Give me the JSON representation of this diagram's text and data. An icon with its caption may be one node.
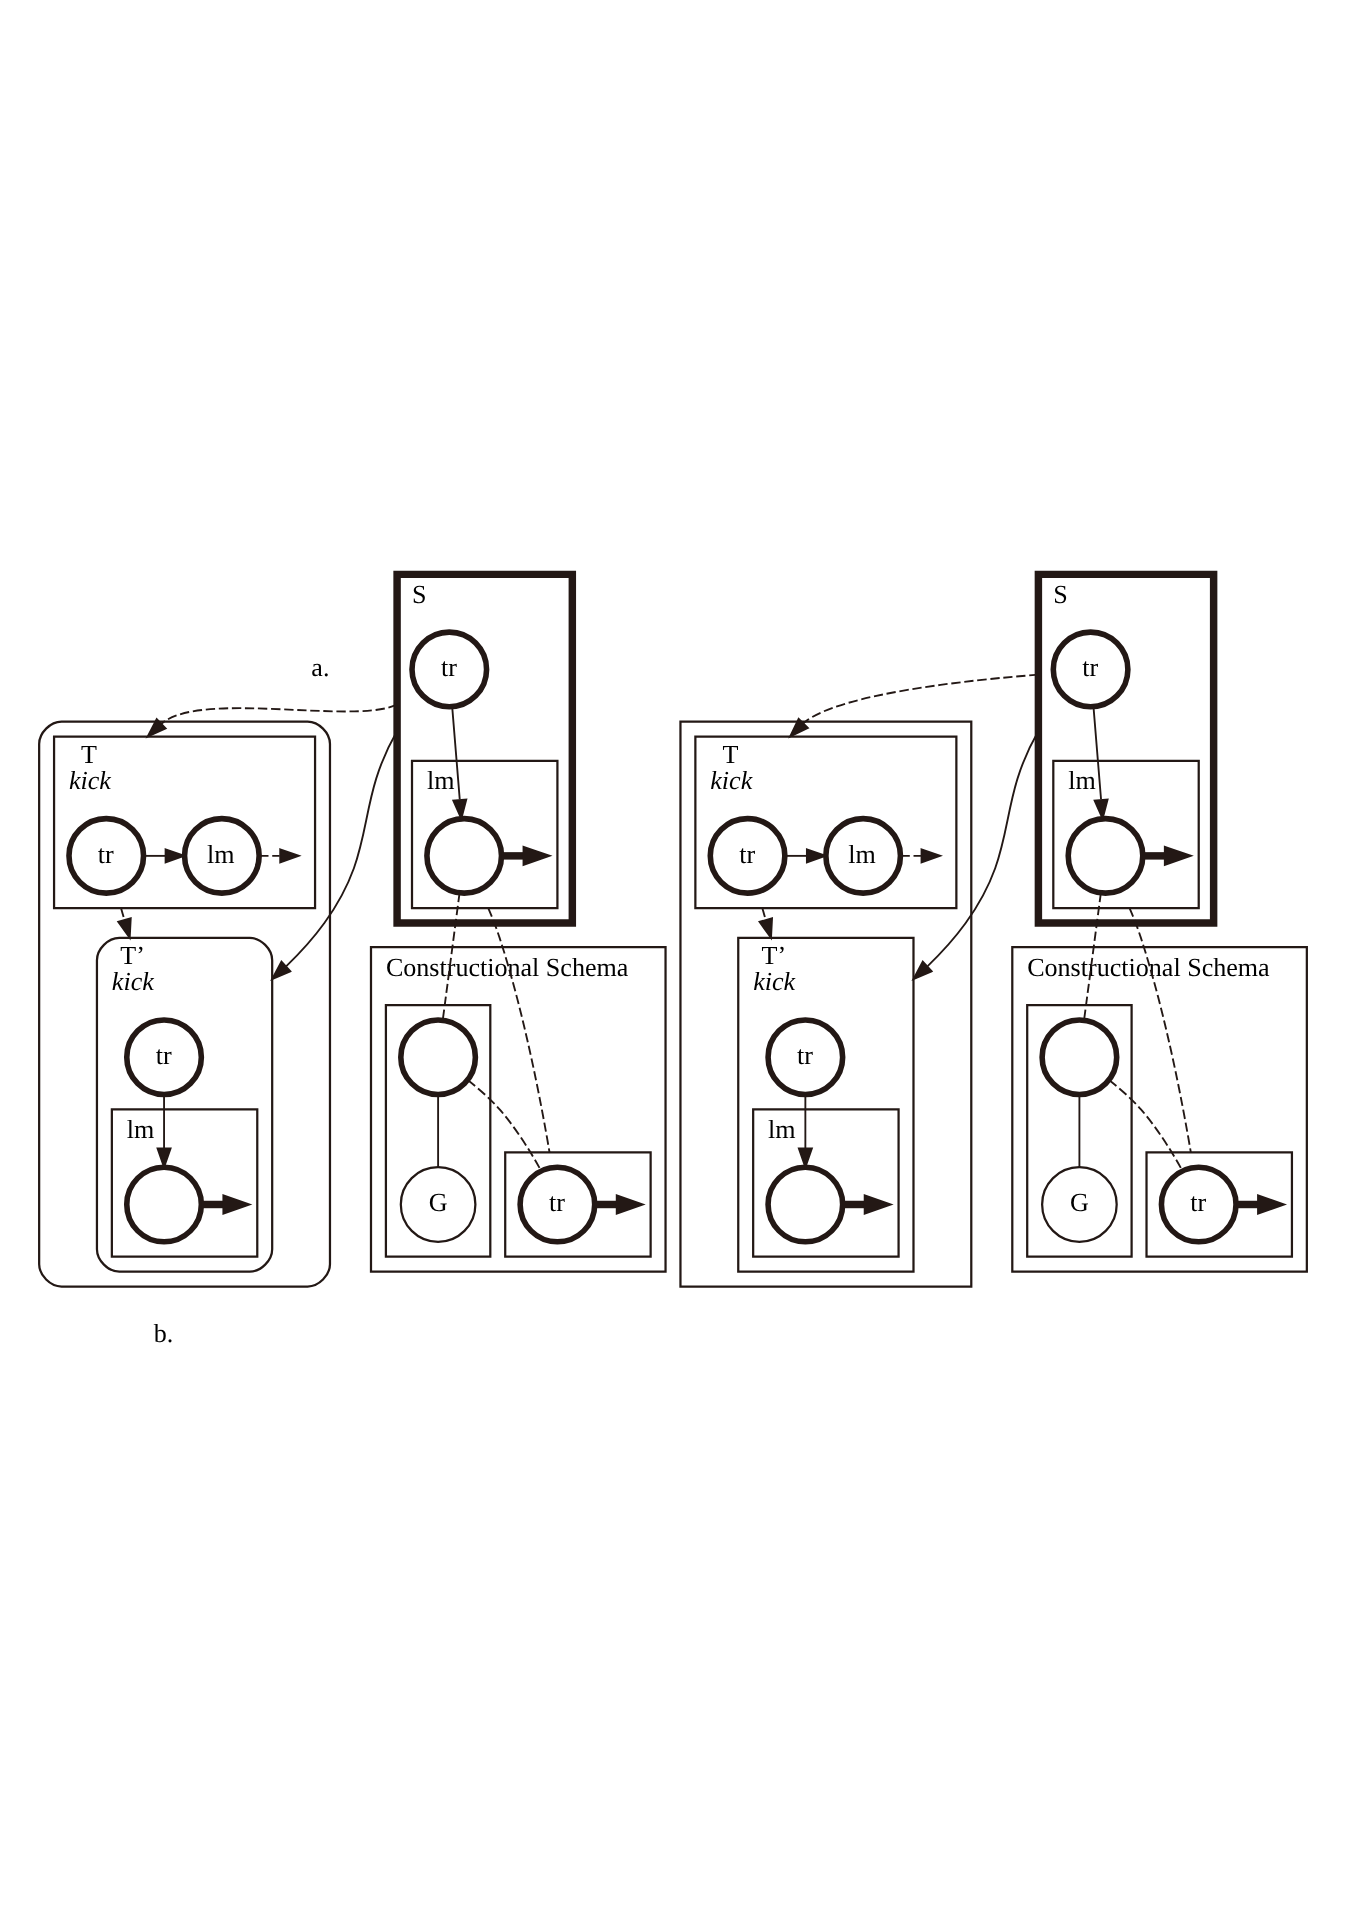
{
  "diagram": {
    "nodes": [
      {
        "text": [
          "Constructional Schema"
        ]
      },
      {
        "text": [],
        "shape": "box"
      },
      {
        "text": [
          "S"
        ]
      },
      {
        "text": [
          "tr"
        ],
        "in": 2
      },
      {
        "text": [
          "lm"
        ],
        "in": 2
      },
      {
        "text": [],
        "shape": "circle",
        "in": 4
      },
      {
        "text": [],
        "shape": "box",
        "in": 0
      },
      {
        "text": [],
        "shape": "circle",
        "in": 6
      },
      {
        "text": [
          "G"
        ],
        "in": 6
      },
      {
        "text": [],
        "shape": "box",
        "in": 0
      },
      {
        "text": [
          "tr"
        ],
        "in": 9
      },
      {
        "text": [
          "T",
          "kick"
        ],
        "in": 1
      },
      {
        "text": [
          "tr"
        ],
        "in": 11
      },
      {
        "text": [
          "lm"
        ],
        "in": 11
      },
      {
        "text": [
          "T’",
          "kick"
        ],
        "in": 1
      },
      {
        "text": [
          "tr"
        ],
        "in": 14
      },
      {
        "text": [
          "lm"
        ],
        "in": 14
      },
      {
        "text": [],
        "shape": "circle",
        "in": 16
      },
      {
        "text": [
          "Constructional Schema"
        ]
      },
      {
        "text": [],
        "shape": "box"
      },
      {
        "text": [
          "S"
        ]
      },
      {
        "text": [
          "tr"
        ],
        "in": 20
      },
      {
        "text": [
          "lm"
        ],
        "in": 20
      },
      {
        "text": [],
        "shape": "circle",
        "in": 22
      },
      {
        "text": [],
        "shape": "box",
        "in": 18
      },
      {
        "text": [],
        "shape": "circle",
        "in": 24
      },
      {
        "text": [
          "G"
        ],
        "in": 24
      },
      {
        "text": [],
        "shape": "box",
        "in": 18
      },
      {
        "text": [
          "tr"
        ],
        "in": 27
      },
      {
        "text": [
          "T",
          "kick"
        ],
        "in": 19
      },
      {
        "text": [
          "tr"
        ],
        "in": 29
      },
      {
        "text": [
          "lm"
        ],
        "in": 29
      },
      {
        "text": [
          "T’",
          "kick"
        ],
        "in": 19
      },
      {
        "text": [
          "tr"
        ],
        "in": 32
      },
      {
        "text": [
          "lm"
        ],
        "in": 32
      },
      {
        "text": [],
        "shape": "circle",
        "in": 34
      }
    ],
    "edges": [
      {
        "from": 3,
        "to": 5,
        "arrow": "to"
      },
      {
        "from": 5,
        "to": null,
        "arrow": "to",
        "style": "thick"
      },
      {
        "from": 5,
        "to": 7,
        "arrow": "none",
        "style": "dashed"
      },
      {
        "from": 7,
        "to": 10,
        "arrow": "none",
        "style": "dashed"
      },
      {
        "from": 7,
        "to": 8,
        "arrow": "none"
      },
      {
        "from": 4,
        "to": 9,
        "arrow": "none",
        "style": "dashed"
      },
      {
        "from": 10,
        "to": null,
        "arrow": "to",
        "style": "thick"
      },
      {
        "from": 2,
        "to": 11,
        "arrow": "to",
        "style": "dashed"
      },
      {
        "from": 2,
        "to": 14,
        "arrow": "to"
      },
      {
        "from": 12,
        "to": 13,
        "arrow": "to"
      },
      {
        "from": 13,
        "to": null,
        "arrow": "to",
        "style": "dashed"
      },
      {
        "from": 11,
        "to": 14,
        "arrow": "to",
        "style": "dashed"
      },
      {
        "from": 15,
        "to": 17,
        "arrow": "to"
      },
      {
        "from": 17,
        "to": null,
        "arrow": "to",
        "style": "thick"
      },
      {
        "from": 21,
        "to": 23,
        "arrow": "to"
      },
      {
        "from": 23,
        "to": null,
        "arrow": "to",
        "style": "thick"
      },
      {
        "from": 23,
        "to": 25,
        "arrow": "none",
        "style": "dashed"
      },
      {
        "from": 25,
        "to": 28,
        "arrow": "none",
        "style": "dashed"
      },
      {
        "from": 25,
        "to": 26,
        "arrow": "none"
      },
      {
        "from": 22,
        "to": 27,
        "arrow": "none",
        "style": "dashed"
      },
      {
        "from": 28,
        "to": null,
        "arrow": "to",
        "style": "thick"
      },
      {
        "from": 20,
        "to": 29,
        "arrow": "to",
        "style": "dashed"
      },
      {
        "from": 20,
        "to": 32,
        "arrow": "to"
      },
      {
        "from": 30,
        "to": 31,
        "arrow": "to"
      },
      {
        "from": 31,
        "to": null,
        "arrow": "to",
        "style": "dashed"
      },
      {
        "from": 29,
        "to": 32,
        "arrow": "to",
        "style": "dashed"
      },
      {
        "from": 33,
        "to": 35,
        "arrow": "to"
      },
      {
        "from": 35,
        "to": null,
        "arrow": "to",
        "style": "thick"
      }
    ],
    "labels": [
      "a.",
      "b."
    ]
  }
}
